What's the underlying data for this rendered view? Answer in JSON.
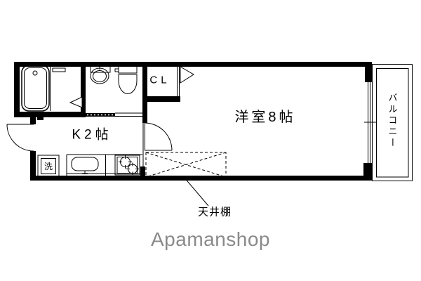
{
  "meta": {
    "kind": "apartment-floor-plan",
    "brand": "Apamanshop"
  },
  "colors": {
    "line": "#000000",
    "background": "#ffffff",
    "logo": "#8a8a8a"
  },
  "labels": {
    "closet": "CL",
    "kitchen": "K2帖",
    "western_room": "洋室8帖",
    "balcony": "バルコニー",
    "ceiling_shelf": "天井棚",
    "washing_machine": "洗",
    "logo": "Apamanshop"
  },
  "fixtures": [
    "bathtub",
    "bathroom-folding-door",
    "washbasin",
    "toilet",
    "accordion-door",
    "closet-folding-door",
    "entrance-door",
    "room-hinged-door",
    "washing-machine-space",
    "kitchen-sink",
    "gas-stove-2-burner",
    "balcony-sliding-window",
    "ceiling-shelf"
  ]
}
